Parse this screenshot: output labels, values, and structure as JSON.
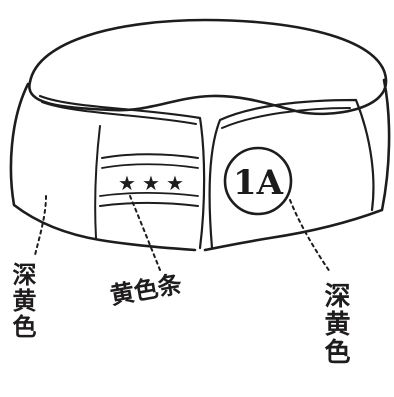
{
  "badge": {
    "text": "1A"
  },
  "stars": {
    "glyph": "★",
    "count": 3
  },
  "labels": {
    "left_band": "深黄色",
    "star_panel": "黄色条",
    "right_badge": "深黄色"
  },
  "colors": {
    "ink": "#1e1c1c",
    "paper": "#ffffff"
  },
  "icons": [
    "star-icon",
    "badge-emblem"
  ]
}
